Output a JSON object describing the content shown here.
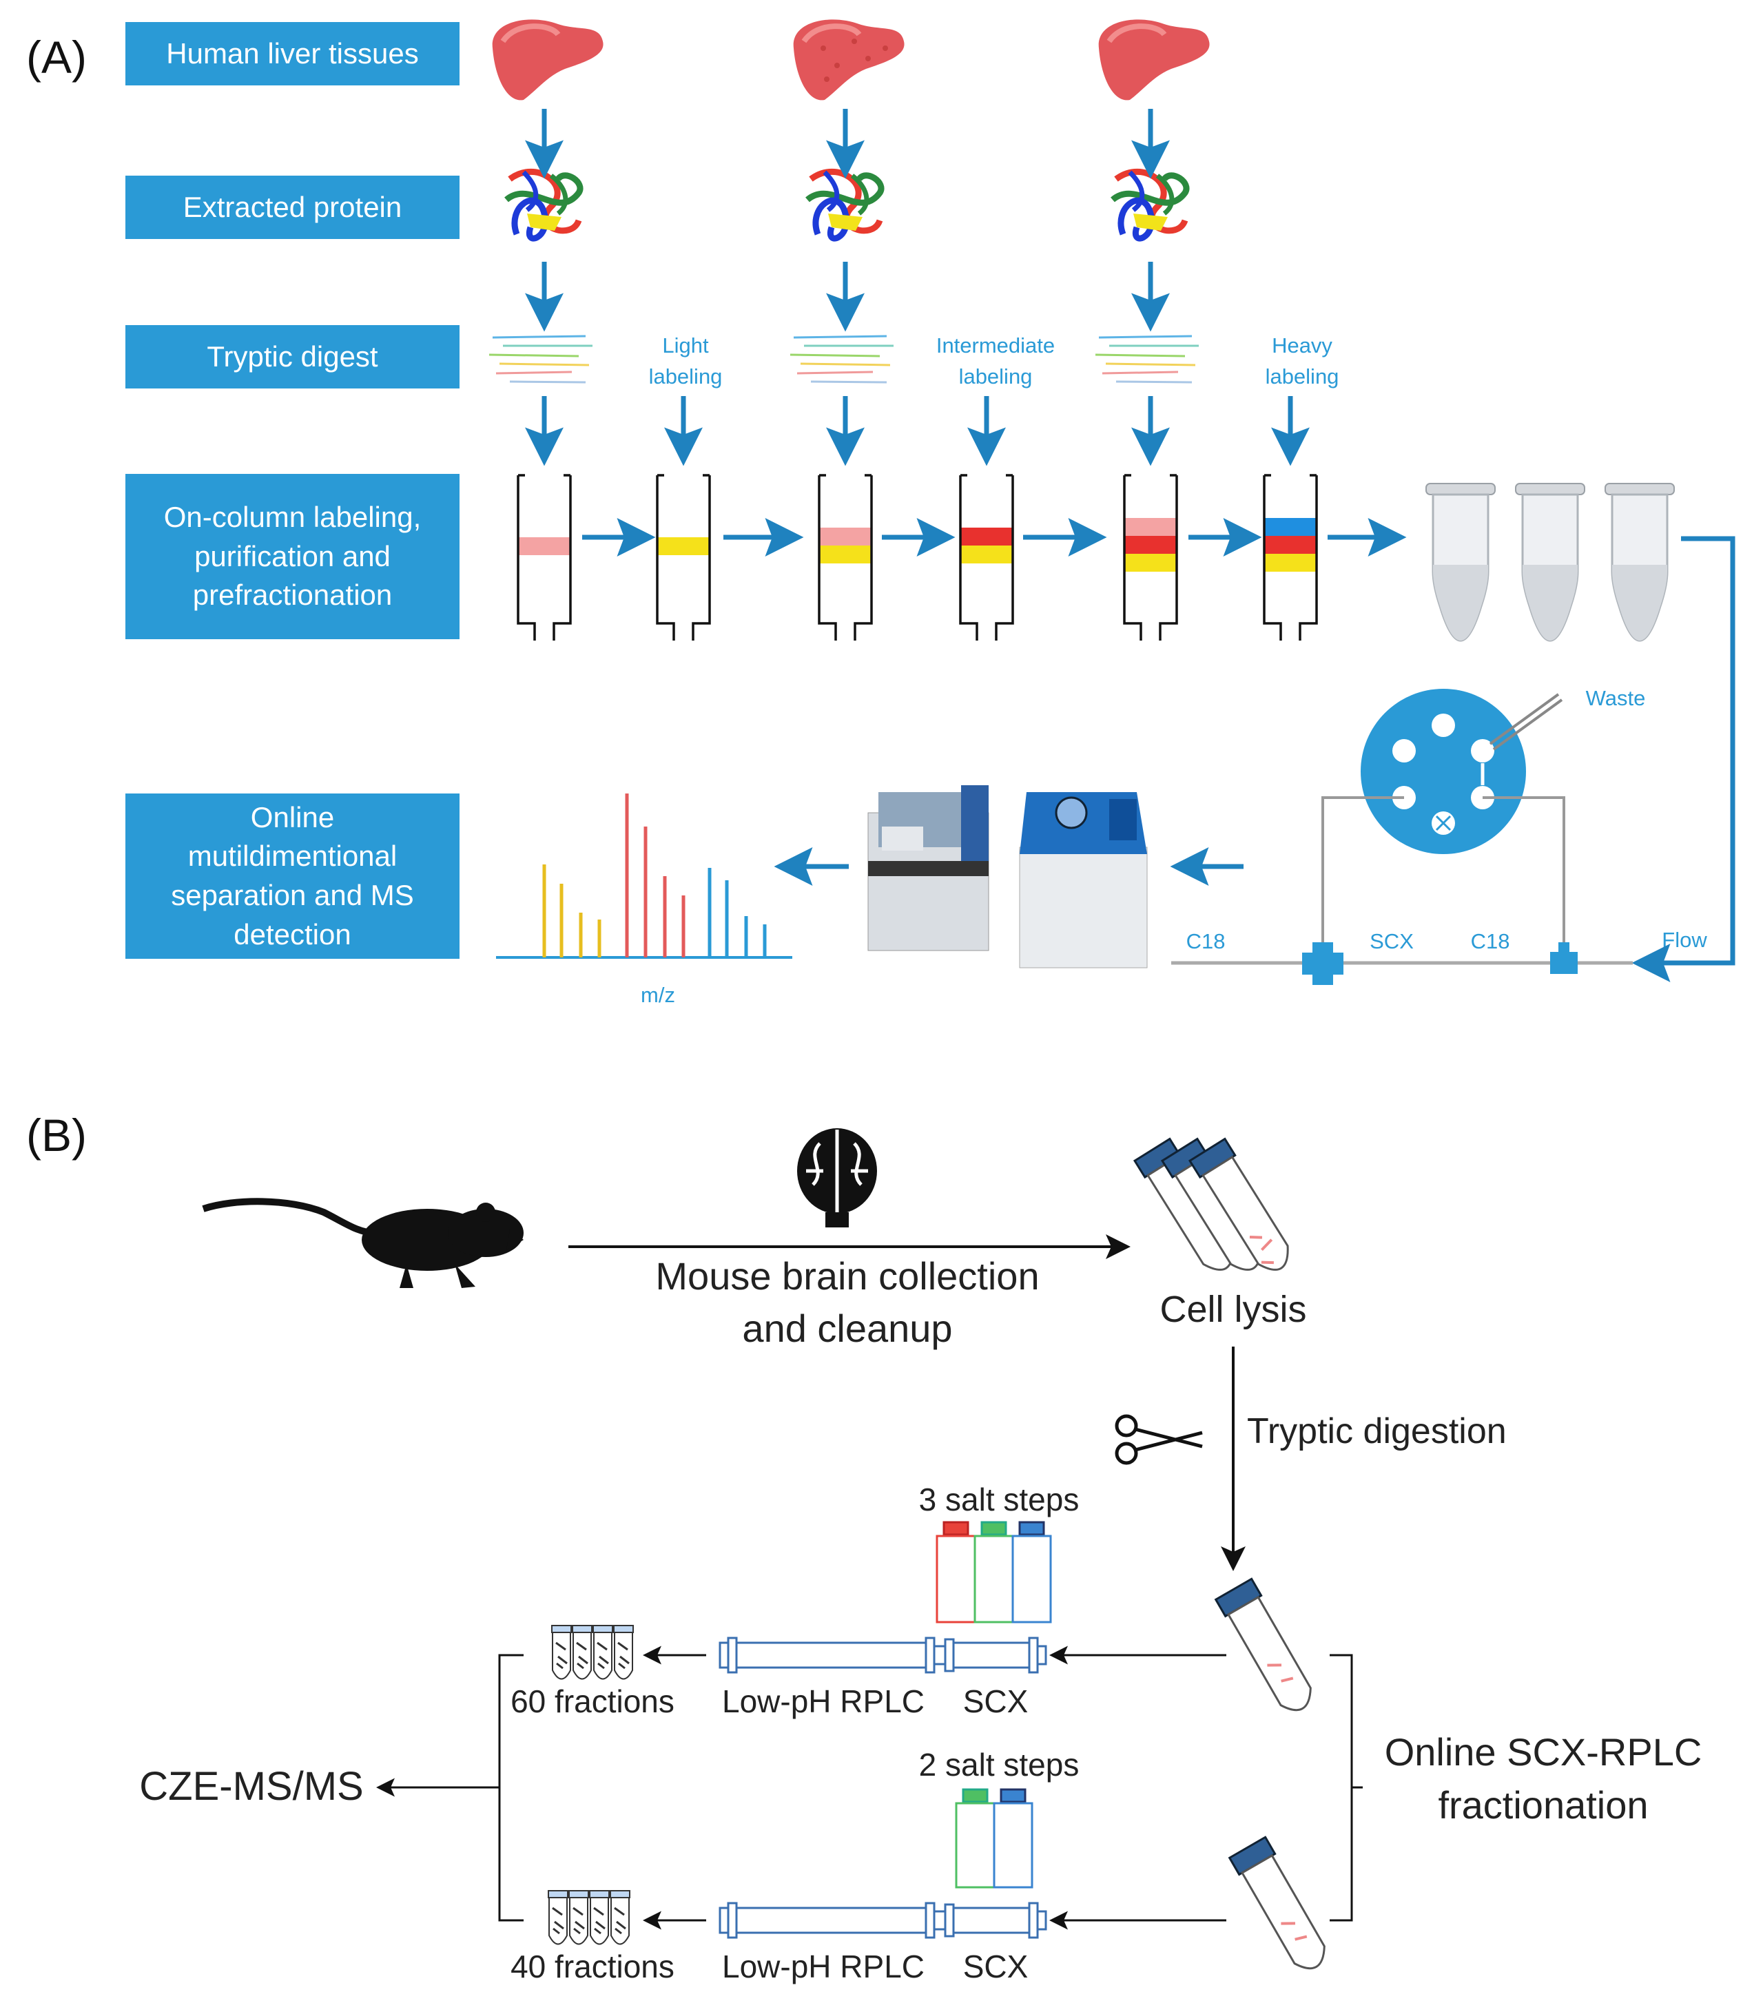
{
  "panelA": {
    "label": "(A)",
    "steps": [
      "Human liver tissues",
      "Extracted protein",
      "Tryptic digest",
      "On-column labeling, purification and prefractionation",
      "Online mutildimentional separation and MS detection"
    ],
    "labels": {
      "light": "Light\nlabeling",
      "intermediate": "Intermediate\nlabeling",
      "heavy": "Heavy\nlabeling",
      "waste": "Waste",
      "c18_left": "C18",
      "scx": "SCX",
      "c18_right": "C18",
      "flow": "Flow",
      "mz": "m/z"
    },
    "colors": {
      "box": "#2a9ad6",
      "light": "#f5e11a",
      "pink": "#f4a3a3",
      "red": "#e8312e",
      "heavy": "#1f8fe0"
    }
  },
  "panelB": {
    "label": "(B)",
    "collection": "Mouse brain collection\nand cleanup",
    "cell_lysis": "Cell lysis",
    "tryptic": "Tryptic digestion",
    "salt3": "3 salt steps",
    "salt2": "2 salt steps",
    "fractions60": "60 fractions",
    "fractions40": "40 fractions",
    "rplc": "Low-pH RPLC",
    "scx": "SCX",
    "online": "Online SCX-RPLC\nfractionation",
    "cze": "CZE-MS/MS"
  }
}
